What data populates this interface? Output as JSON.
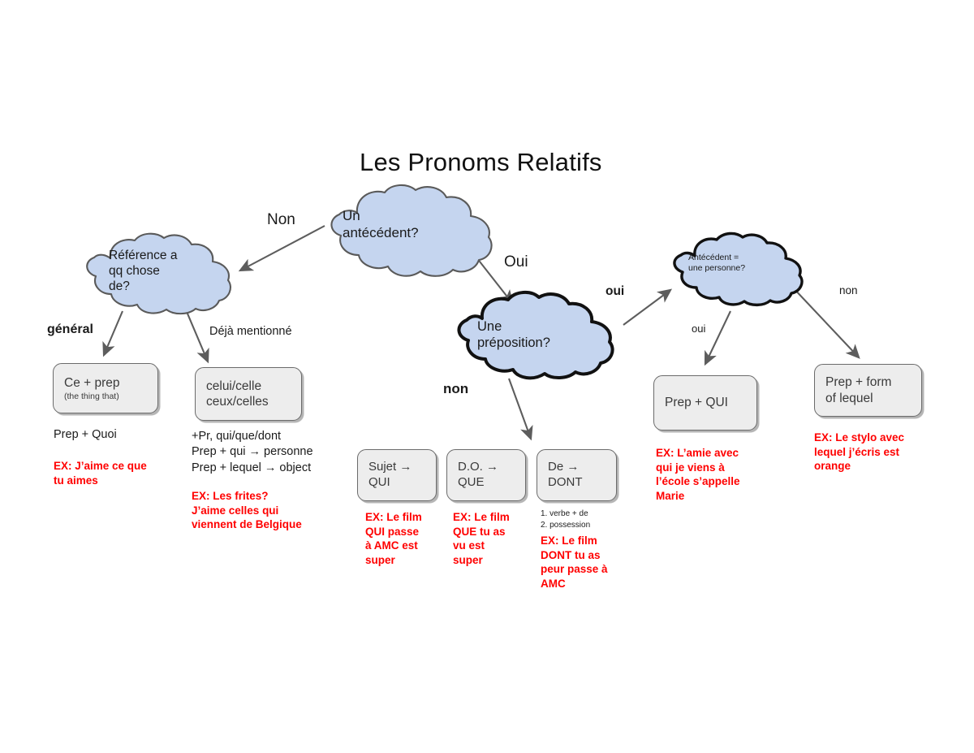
{
  "page": {
    "title": "Les Pronoms Relatifs",
    "background": "#ffffff",
    "cloud_fill": "#c5d5ef",
    "cloud_stroke": "#5a5a5a",
    "box_fill": "#ededed",
    "box_stroke": "#6b6b6b",
    "accent_red": "#ff0000"
  },
  "clouds": {
    "antecedent": {
      "text": "Un\nantécédent?"
    },
    "reference": {
      "text": "Référence a\nqq chose\nde?"
    },
    "preposition": {
      "text": "Une\npréposition?"
    },
    "personne": {
      "text": "Antécédent =\nune personne?"
    }
  },
  "edge_labels": {
    "non_left": "Non",
    "oui_center": "Oui",
    "general": "général",
    "deja_mentionne": "Déjà mentionné",
    "non_prep": "non",
    "oui_personne": "oui",
    "oui_personne_left": "oui",
    "non_lequel": "non"
  },
  "boxes": {
    "ce_prep": {
      "text": "Ce + prep",
      "sub": "(the thing that)"
    },
    "celui_celle": {
      "text": "celui/celle\nceux/celles"
    },
    "sujet_qui": {
      "text": "Sujet →\nQUI"
    },
    "do_que": {
      "text": "D.O. →\nQUE"
    },
    "de_dont": {
      "text": "De →\nDONT"
    },
    "prep_qui": {
      "text": "Prep + QUI"
    },
    "prep_lequel": {
      "text": "Prep +  form\nof lequel"
    }
  },
  "notes": {
    "prep_quoi": "Prep + Quoi",
    "pr_qui_que_dont": "+Pr, qui/que/dont\nPrep + qui → personne\nPrep + lequel → object",
    "dont_uses": "1. verbe + de\n2. possession"
  },
  "examples": {
    "ce_que": "EX: J’aime ce que\ntu aimes",
    "celles_qui": "EX: Les frites?\nJ’aime celles qui\nviennent de Belgique",
    "qui_passe": "EX: Le film\nQUI passe\nà AMC est\nsuper",
    "que_tu_as_vu": "EX: Le film\nQUE tu as\nvu est\nsuper",
    "dont_tu_as_peur": "EX: Le film\nDONT tu as\npeur passe à\nAMC",
    "amie_avec_qui": "EX: L’amie avec\nqui je viens à\nl’école s’appelle\nMarie",
    "stylo_lequel": "EX: Le stylo avec\nlequel j’écris est\norange"
  }
}
